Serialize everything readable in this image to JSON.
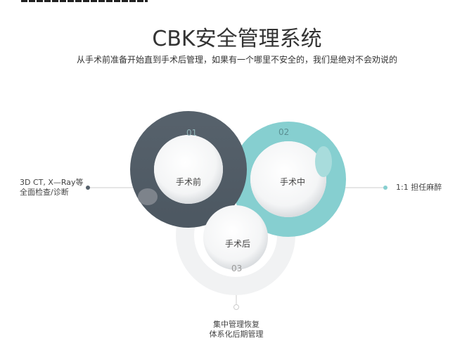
{
  "header": {
    "title": "CBK安全管理系统",
    "subtitle": "从手术前准备开始直到手术后管理，如果有一个哪里不安全的，我们是绝对不会劝说的"
  },
  "stages": [
    {
      "number": "01",
      "label": "手术前",
      "color": "#56616b"
    },
    {
      "number": "02",
      "label": "手术中",
      "color": "#86cfd0"
    },
    {
      "number": "03",
      "label": "手术后",
      "color": "#e6e8ea"
    }
  ],
  "callouts": {
    "left": {
      "line1": "3D CT, X—Ray等",
      "line2": "全面检查/诊断"
    },
    "right": {
      "text": "1:1 担任麻醉"
    },
    "bottom": {
      "line1": "集中管理恢复",
      "line2": "体系化后期管理"
    }
  }
}
